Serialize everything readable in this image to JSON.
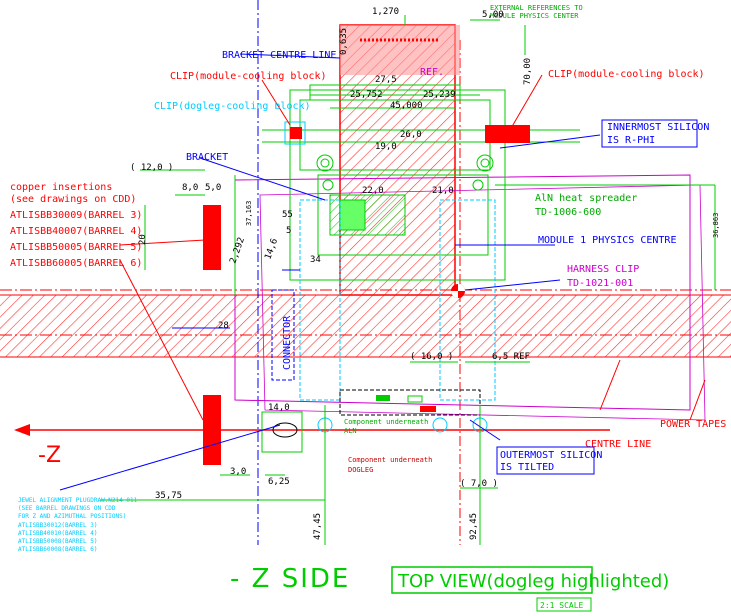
{
  "dimensions": {
    "top_1_270": "1,270",
    "top_5_00": "5,00",
    "top_0_635": "0,635",
    "top_70_00": "70,00",
    "d_27_5": "27,5",
    "d_25_752": "25,752",
    "d_25_239": "25,239",
    "d_45_000": "45,000",
    "d_26_0": "26,0",
    "d_19_0": "19,0",
    "d_22_0": "22,0",
    "d_21_0": "21,0",
    "d_12_0": "( 12,0 )",
    "d_8_0": "8,0",
    "d_5_0": "5,0",
    "d_20": "20",
    "d_37_163": "37,163",
    "d_55": "55",
    "d_5": "5",
    "d_2_292": "2,292",
    "d_14_6": "14,6",
    "d_34": "34",
    "d_36_863": "36,863",
    "d_28": "28",
    "d_16_0": "( 16,0 )",
    "d_6_5_ref": "6,5 REF",
    "d_14_0": "14,0",
    "d_3_0": "3,0",
    "d_6_25": "6,25",
    "d_35_75": "35,75",
    "d_7_0": "( 7,0 )",
    "d_47_45": "47,45",
    "d_92_45": "92,45"
  },
  "labels": {
    "external_ref_1": "EXTERNAL REFERENCES TO",
    "external_ref_2": "MODULE PHYSICS CENTER",
    "bracket_centre_line": "BRACKET CENTRE LINE",
    "clip_mcb_left": "CLIP(module-cooling block)",
    "clip_mcb_right": "CLIP(module-cooling block)",
    "clip_dogleg": "CLIP(dogleg-cooling block)",
    "ref": "REF.",
    "bracket": "BRACKET",
    "innermost_1": "INNERMOST SILICON",
    "innermost_2": "IS R-PHI",
    "copper_1": "copper insertions",
    "copper_2": "(see drawings on CDD)",
    "copper_b3": "ATLISBB30009(BARREL 3)",
    "copper_b4": "ATLISBB40007(BARREL 4)",
    "copper_b5": "ATLISBB50005(BARREL 5)",
    "copper_b6": "ATLISBB60005(BARREL 6)",
    "aln_1": "AlN heat spreader",
    "aln_2": "TD-1006-600",
    "module_centre": "MODULE 1 PHYSICS CENTRE",
    "harness_1": "HARNESS CLIP",
    "harness_2": "TD-1021-001",
    "connector": "CONNECTOR",
    "power_tapes": "POWER TAPES",
    "centre_line": "CENTRE LINE",
    "outermost_1": "OUTERMOST SILICON",
    "outermost_2": "IS TILTED",
    "minus_z": "-Z",
    "comp_aln_1": "Component underneath",
    "comp_aln_2": "ALN",
    "comp_dog_1": "Component underneath",
    "comp_dog_2": "DOGLEG",
    "jewel_1": "JEWEL ALIGNMENT PLUGDRAW.N214-011",
    "jewel_2": "(SEE BARREL DRAWINGS ON CDD",
    "jewel_3": "FOR Z AND AZIMUTHAL POSITIONS)",
    "jewel_b3": "ATLISBB30012(BARREL 3)",
    "jewel_b4": "ATLISBB40010(BARREL 4)",
    "jewel_b5": "ATLISBB50008(BARREL 5)",
    "jewel_b6": "ATLISBB60008(BARREL 6)",
    "title_side": "- Z     SIDE",
    "title_view": "TOP VIEW(dogleg highlighted)",
    "scale": "2:1 SCALE"
  },
  "colors": {
    "green": "#00cc00",
    "red": "#ff0000",
    "blue": "#0000ff",
    "cyan": "#00ccff",
    "magenta": "#cc00cc",
    "black": "#000000"
  }
}
